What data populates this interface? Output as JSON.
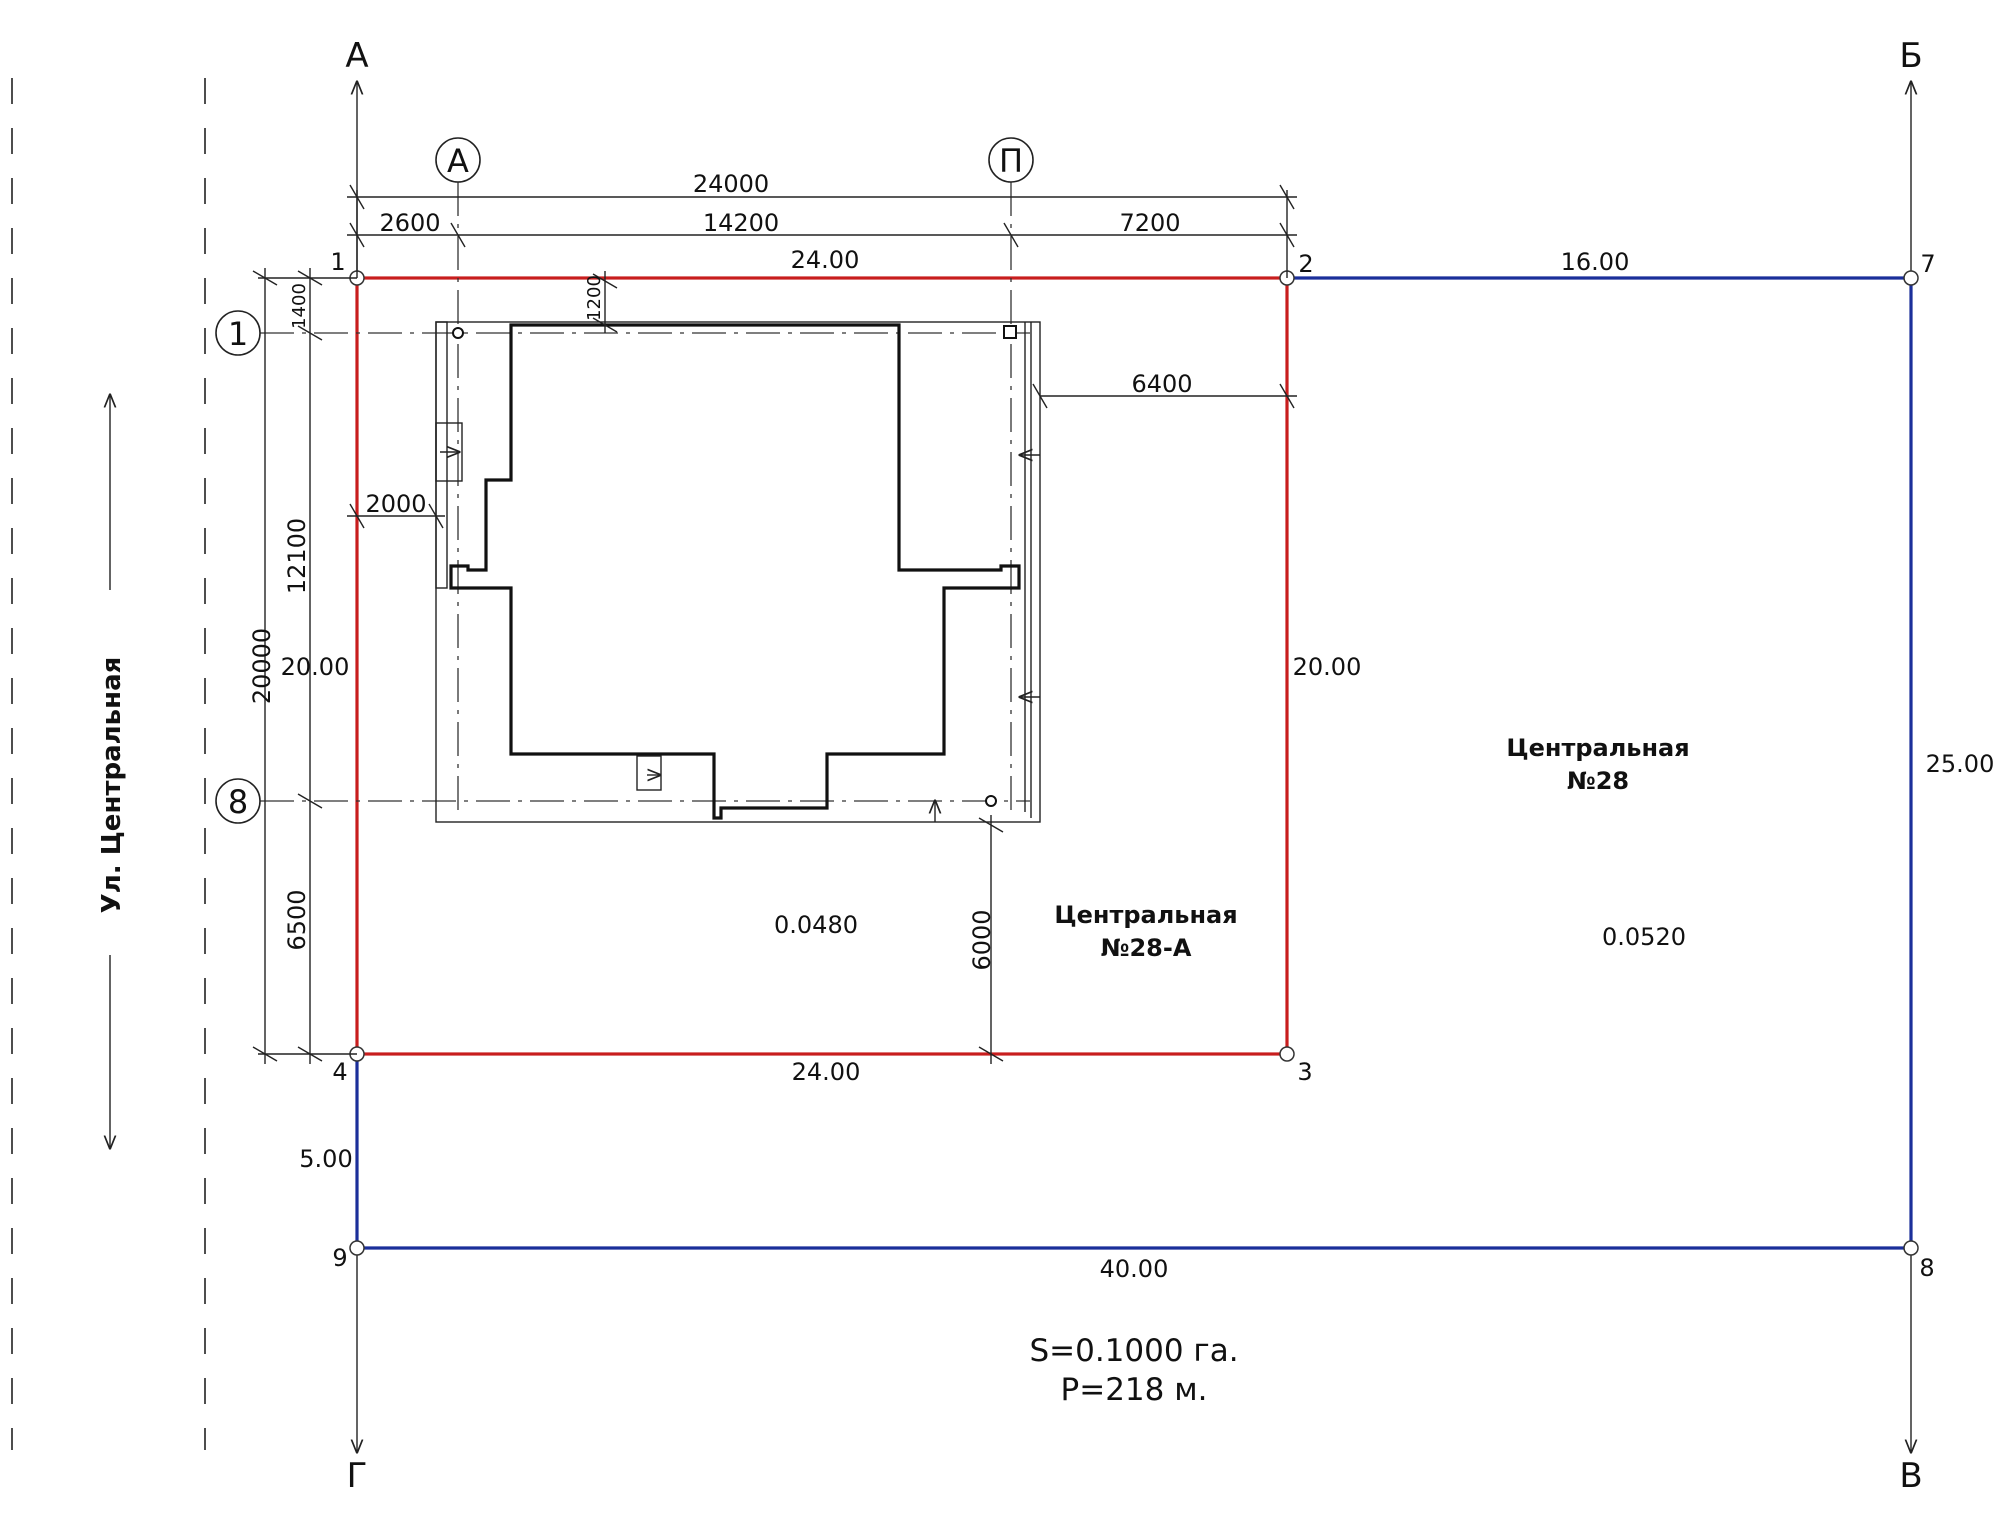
{
  "street": {
    "label": "Ул. Центральная"
  },
  "section_axes": {
    "a": "А",
    "b": "Б",
    "v": "В",
    "g": "Г"
  },
  "grid_axes": {
    "col_a": "А",
    "col_p": "П",
    "row_1": "1",
    "row_8": "8"
  },
  "dimensions": {
    "overall": "24000",
    "left_offset": "2600",
    "building_width": "14200",
    "right_offset": "7200",
    "top_offset_1400": "1400",
    "top_offset_1200": "1200",
    "right_gap": "6400",
    "left_gap": "2000",
    "building_depth": "12100",
    "total_depth": "20000",
    "front_offset": "6500",
    "bottom_offset": "6000"
  },
  "boundary": {
    "len_top_red": "24.00",
    "len_top_blue": "16.00",
    "len_left_red": "20.00",
    "len_right_red": "20.00",
    "len_right_blue": "25.00",
    "len_bottom_red": "24.00",
    "len_left_blue": "5.00",
    "len_bottom_blue": "40.00"
  },
  "points": {
    "p1": "1",
    "p2": "2",
    "p3": "3",
    "p4": "4",
    "p7": "7",
    "p8": "8",
    "p9": "9"
  },
  "parcels": {
    "small": {
      "name": "Центральная",
      "number": "№28-А",
      "area": "0.0480"
    },
    "large": {
      "name": "Центральная",
      "number": "№28",
      "area": "0.0520"
    }
  },
  "summary": {
    "area": "S=0.1000 га.",
    "perimeter": "P=218 м."
  },
  "colors": {
    "small_parcel": "#c81e1e",
    "large_parcel": "#1b2f9a"
  }
}
